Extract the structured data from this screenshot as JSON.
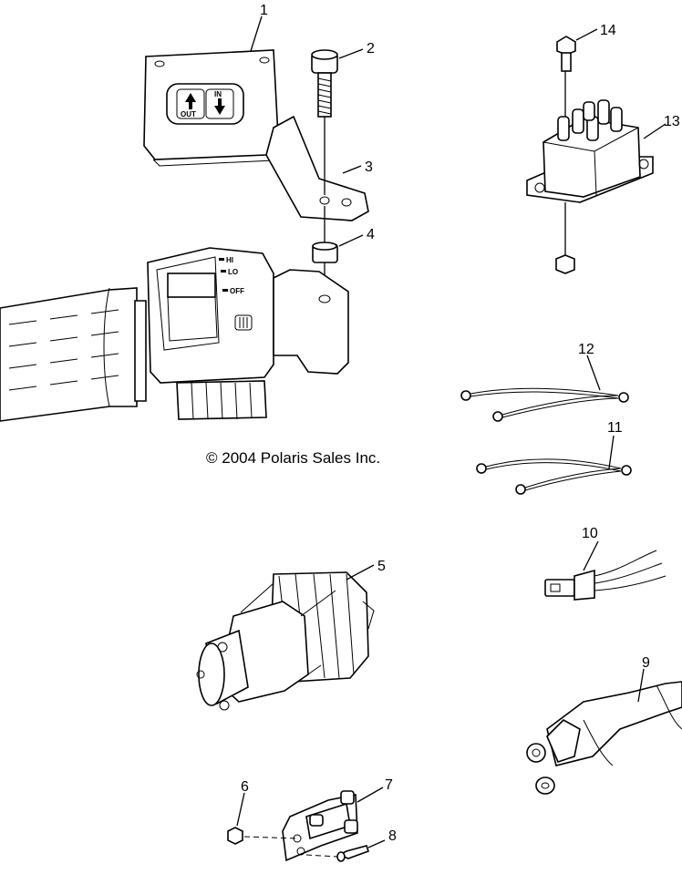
{
  "copyright": "© 2004 Polaris Sales Inc.",
  "switch_labels": {
    "out": "OUT",
    "in": "IN",
    "hi": "HI",
    "lo": "LO",
    "off": "OFF"
  },
  "callouts": [
    "1",
    "2",
    "3",
    "4",
    "5",
    "6",
    "7",
    "8",
    "9",
    "10",
    "11",
    "12",
    "13",
    "14"
  ]
}
